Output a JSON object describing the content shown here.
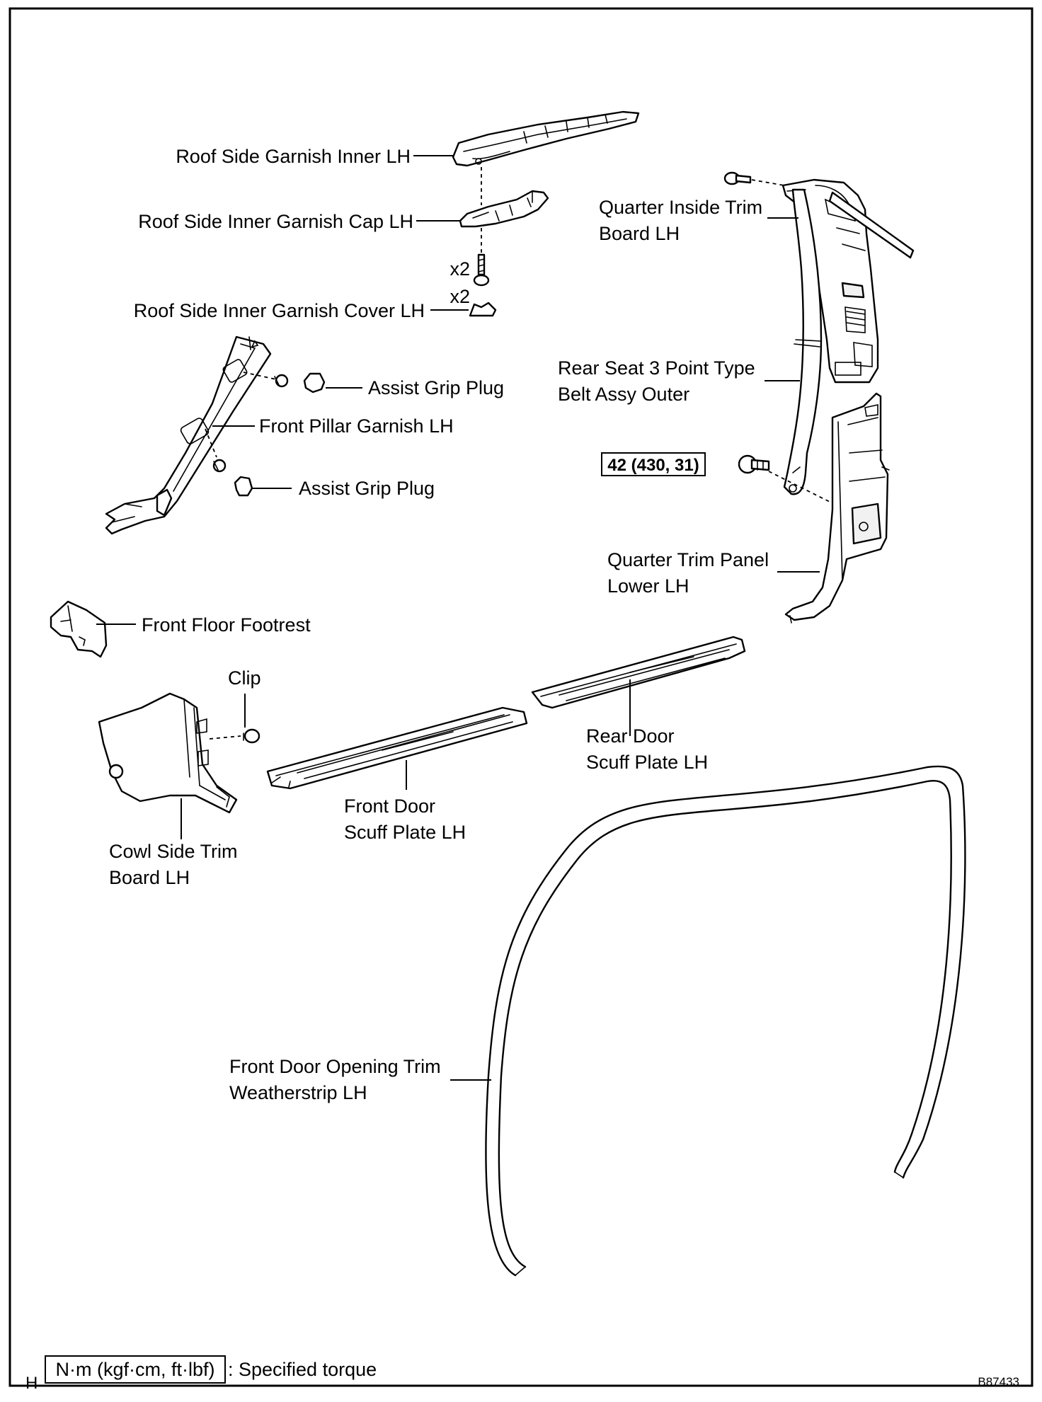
{
  "labels": {
    "roof_side_garnish_inner": "Roof Side Garnish Inner LH",
    "roof_side_inner_garnish_cap": "Roof Side Inner Garnish Cap LH",
    "x2_screw": "x2",
    "x2_cover": "x2",
    "roof_side_inner_garnish_cover": "Roof Side Inner Garnish Cover LH",
    "assist_grip_plug_upper": "Assist Grip Plug",
    "front_pillar_garnish": "Front Pillar Garnish LH",
    "assist_grip_plug_lower": "Assist Grip Plug",
    "quarter_inside_trim_line1": "Quarter Inside Trim",
    "quarter_inside_trim_line2": "Board LH",
    "rear_seat_belt_line1": "Rear Seat 3 Point Type",
    "rear_seat_belt_line2": "Belt Assy Outer",
    "torque_value": "42 (430, 31)",
    "quarter_trim_panel_line1": "Quarter Trim Panel",
    "quarter_trim_panel_line2": "Lower LH",
    "front_floor_footrest": "Front Floor Footrest",
    "clip": "Clip",
    "rear_door_scuff_line1": "Rear Door",
    "rear_door_scuff_line2": "Scuff Plate LH",
    "front_door_scuff_line1": "Front Door",
    "front_door_scuff_line2": "Scuff Plate LH",
    "cowl_side_trim_line1": "Cowl Side Trim",
    "cowl_side_trim_line2": "Board LH",
    "weatherstrip_line1": "Front Door Opening Trim",
    "weatherstrip_line2": "Weatherstrip LH"
  },
  "legend": {
    "unit_box": "N·m (kgf·cm, ft·lbf)",
    "description": ": Specified torque"
  },
  "corner": {
    "letter": "H",
    "figure_id": "B87433"
  }
}
